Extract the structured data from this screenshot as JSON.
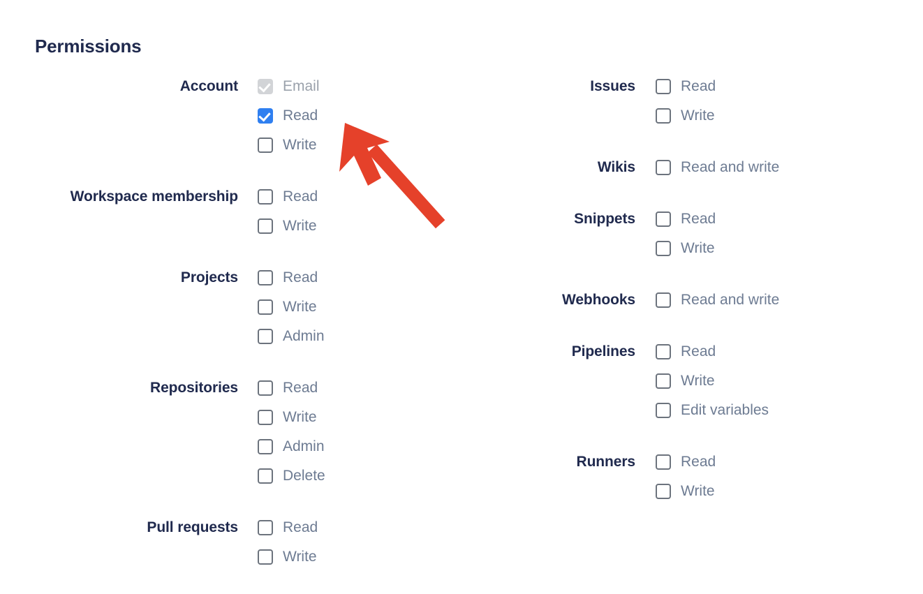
{
  "page": {
    "title": "Permissions",
    "heading_color": "#202a4e",
    "label_color": "#6d7b92",
    "checked_color": "#2f7ff0",
    "disabled_color": "#d2d4d7",
    "arrow_color": "#e5412a",
    "background": "#ffffff"
  },
  "columns": {
    "left": [
      {
        "label": "Account",
        "options": [
          {
            "label": "Email",
            "state": "disabled-checked"
          },
          {
            "label": "Read",
            "state": "checked"
          },
          {
            "label": "Write",
            "state": "unchecked"
          }
        ]
      },
      {
        "label": "Workspace membership",
        "options": [
          {
            "label": "Read",
            "state": "unchecked"
          },
          {
            "label": "Write",
            "state": "unchecked"
          }
        ]
      },
      {
        "label": "Projects",
        "options": [
          {
            "label": "Read",
            "state": "unchecked"
          },
          {
            "label": "Write",
            "state": "unchecked"
          },
          {
            "label": "Admin",
            "state": "unchecked"
          }
        ]
      },
      {
        "label": "Repositories",
        "options": [
          {
            "label": "Read",
            "state": "unchecked"
          },
          {
            "label": "Write",
            "state": "unchecked"
          },
          {
            "label": "Admin",
            "state": "unchecked"
          },
          {
            "label": "Delete",
            "state": "unchecked"
          }
        ]
      },
      {
        "label": "Pull requests",
        "options": [
          {
            "label": "Read",
            "state": "unchecked"
          },
          {
            "label": "Write",
            "state": "unchecked"
          }
        ]
      }
    ],
    "right": [
      {
        "label": "Issues",
        "options": [
          {
            "label": "Read",
            "state": "unchecked"
          },
          {
            "label": "Write",
            "state": "unchecked"
          }
        ]
      },
      {
        "label": "Wikis",
        "options": [
          {
            "label": "Read and write",
            "state": "unchecked"
          }
        ]
      },
      {
        "label": "Snippets",
        "options": [
          {
            "label": "Read",
            "state": "unchecked"
          },
          {
            "label": "Write",
            "state": "unchecked"
          }
        ]
      },
      {
        "label": "Webhooks",
        "options": [
          {
            "label": "Read and write",
            "state": "unchecked"
          }
        ]
      },
      {
        "label": "Pipelines",
        "options": [
          {
            "label": "Read",
            "state": "unchecked"
          },
          {
            "label": "Write",
            "state": "unchecked"
          },
          {
            "label": "Edit variables",
            "state": "unchecked"
          }
        ]
      },
      {
        "label": "Runners",
        "options": [
          {
            "label": "Read",
            "state": "unchecked"
          },
          {
            "label": "Write",
            "state": "unchecked"
          }
        ]
      }
    ]
  },
  "annotation": {
    "type": "arrow-pointer",
    "points_to": "Account / Read checkbox"
  }
}
